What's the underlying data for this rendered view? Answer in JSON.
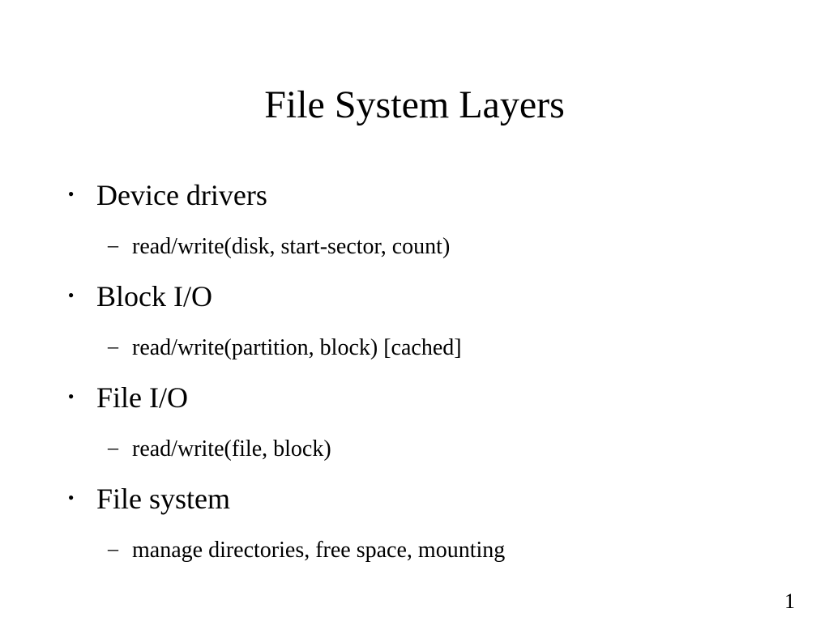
{
  "slide": {
    "title": "File System Layers",
    "bullet_symbol": "●",
    "dash_symbol": "–",
    "items": [
      {
        "label": "Device drivers",
        "sub": "read/write(disk, start-sector, count)"
      },
      {
        "label": "Block I/O",
        "sub": "read/write(partition, block) [cached]"
      },
      {
        "label": "File I/O",
        "sub": "read/write(file, block)"
      },
      {
        "label": "File system",
        "sub": "manage directories, free space, mounting"
      }
    ],
    "page_number": "1"
  }
}
